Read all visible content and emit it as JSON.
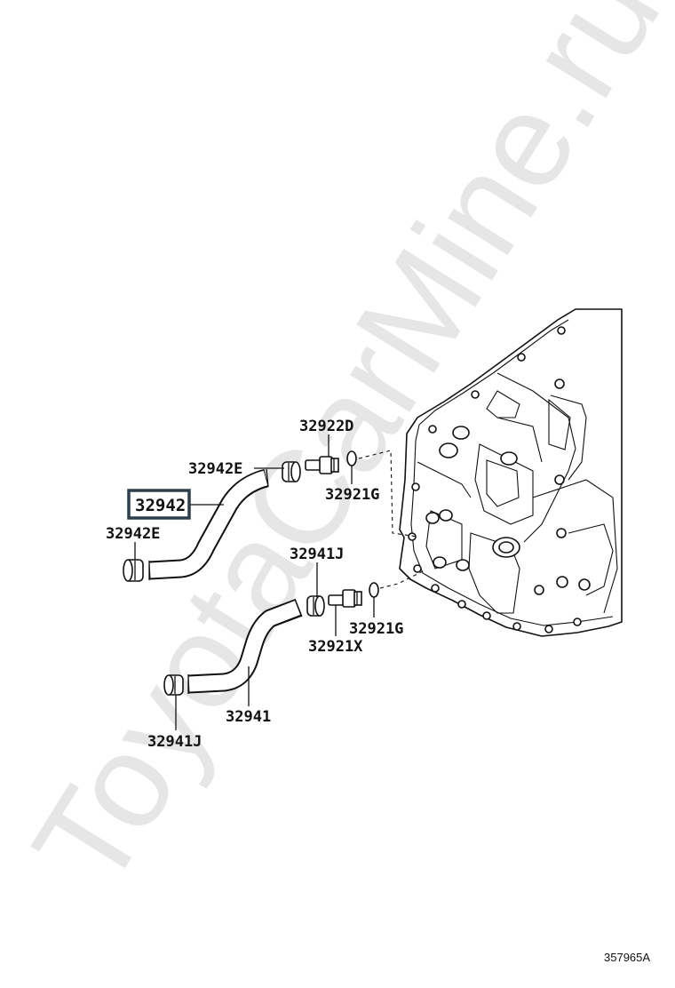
{
  "watermark": "ToyotaCarMine.ru",
  "diagram_id": "357965A",
  "callouts": [
    {
      "id": "c-32922d",
      "text": "32922D"
    },
    {
      "id": "c-32942e-top",
      "text": "32942E"
    },
    {
      "id": "c-32942",
      "text": "32942",
      "highlighted": true
    },
    {
      "id": "c-32921g-top",
      "text": "32921G"
    },
    {
      "id": "c-32942e-bottom",
      "text": "32942E"
    },
    {
      "id": "c-32941j-top",
      "text": "32941J"
    },
    {
      "id": "c-32921g-bottom",
      "text": "32921G"
    },
    {
      "id": "c-32921x",
      "text": "32921X"
    },
    {
      "id": "c-32941",
      "text": "32941"
    },
    {
      "id": "c-32941j-bottom",
      "text": "32941J"
    }
  ],
  "colors": {
    "line": "#111111",
    "highlight_box": "#2f3e4a",
    "watermark": "#e6e6e6"
  }
}
